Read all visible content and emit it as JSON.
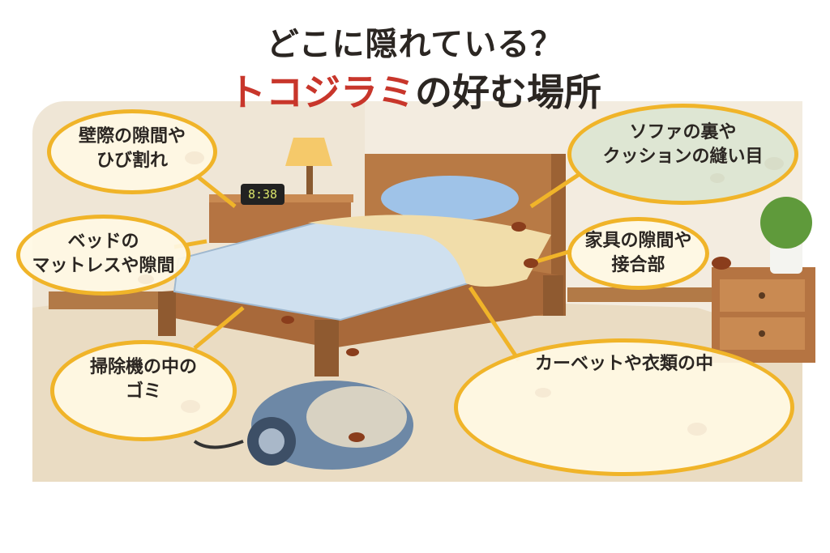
{
  "title": {
    "line1": "どこに隠れている？",
    "line2_highlight": "トコジラミ",
    "line2_rest": "の好む場所"
  },
  "clock": {
    "time": "8:38"
  },
  "callouts": [
    {
      "id": "wall",
      "lines": [
        "壁際の隙間や",
        "ひび割れ"
      ]
    },
    {
      "id": "mattress",
      "lines": [
        "ベッドの",
        "マットレスや隙間"
      ]
    },
    {
      "id": "vacuum",
      "lines": [
        "掃除機の中の",
        "ゴミ"
      ]
    },
    {
      "id": "sofa",
      "lines": [
        "ソファの裏や",
        "クッションの縫い目"
      ]
    },
    {
      "id": "furniture",
      "lines": [
        "家具の隙間や",
        "接合部"
      ]
    },
    {
      "id": "carpet",
      "lines": [
        "カーベットや衣類の中"
      ]
    }
  ],
  "colors": {
    "accent": "#f0b429",
    "title_red": "#c8362b",
    "text": "#2b2622",
    "wood": "#a8693a",
    "mattress": "#cfe0ef",
    "carpet": "#eadcc3"
  }
}
